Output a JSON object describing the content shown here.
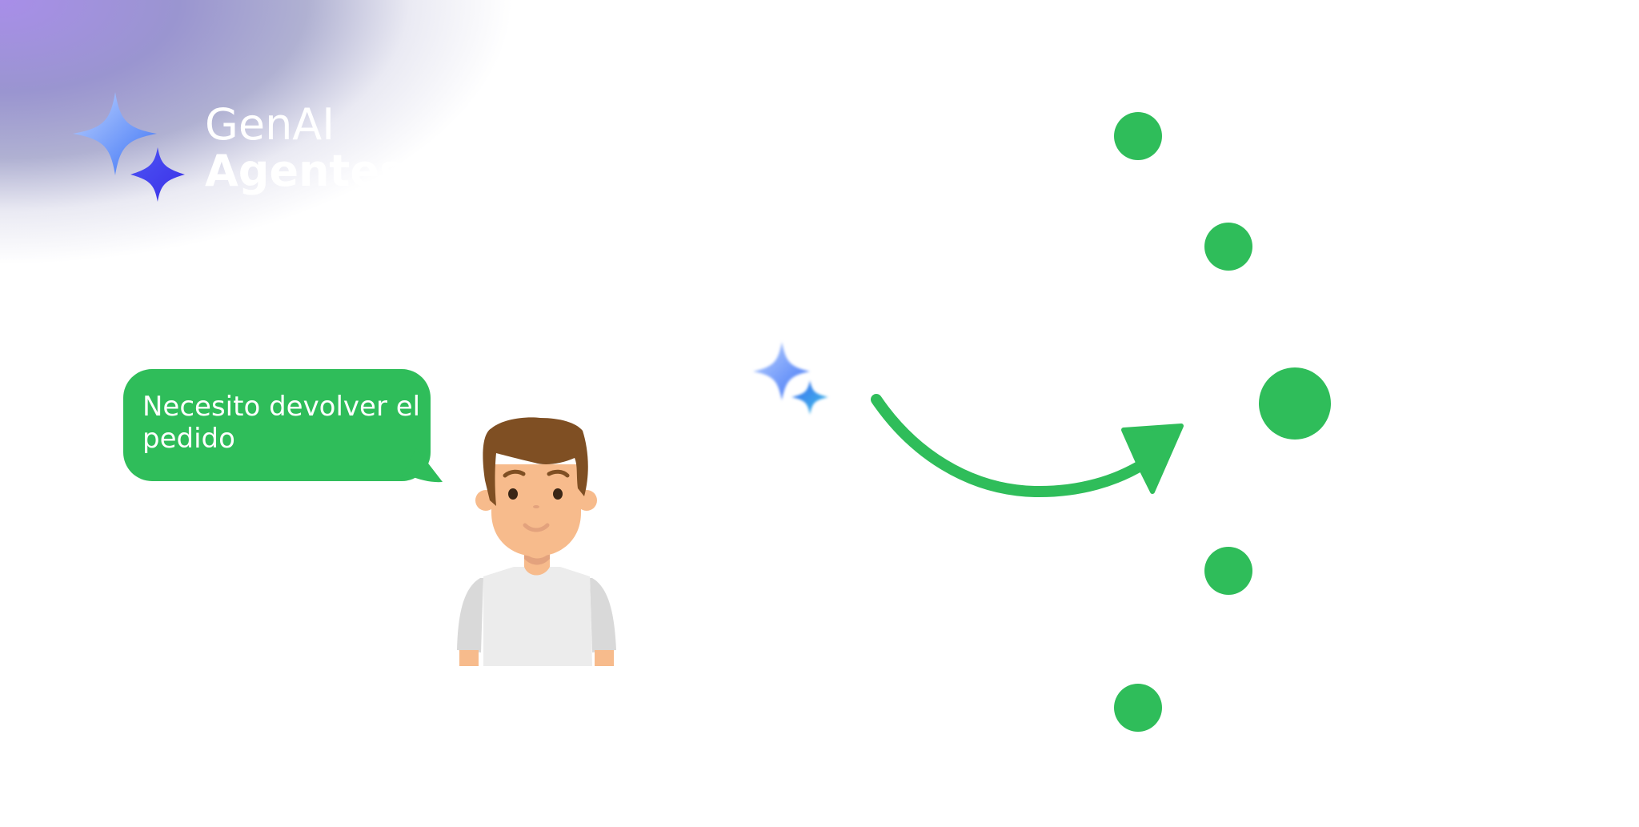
{
  "logo": {
    "line1": "GenAI",
    "line2": "Agentes",
    "icon": "sparkle-icon"
  },
  "speech_bubble": {
    "text": "Necesito devolver el pedido",
    "color": "#2fbd5a"
  },
  "agent": {
    "icon": "sparkle-icon"
  },
  "colors": {
    "accent_green": "#2fbd5a",
    "sparkle_light": "#a9c4ff",
    "sparkle_blue": "#4a6cf7",
    "sparkle_dark": "#3b3df0",
    "glow_purple": "#a88ee9"
  },
  "options": {
    "count": 5,
    "highlighted_index": 2
  }
}
